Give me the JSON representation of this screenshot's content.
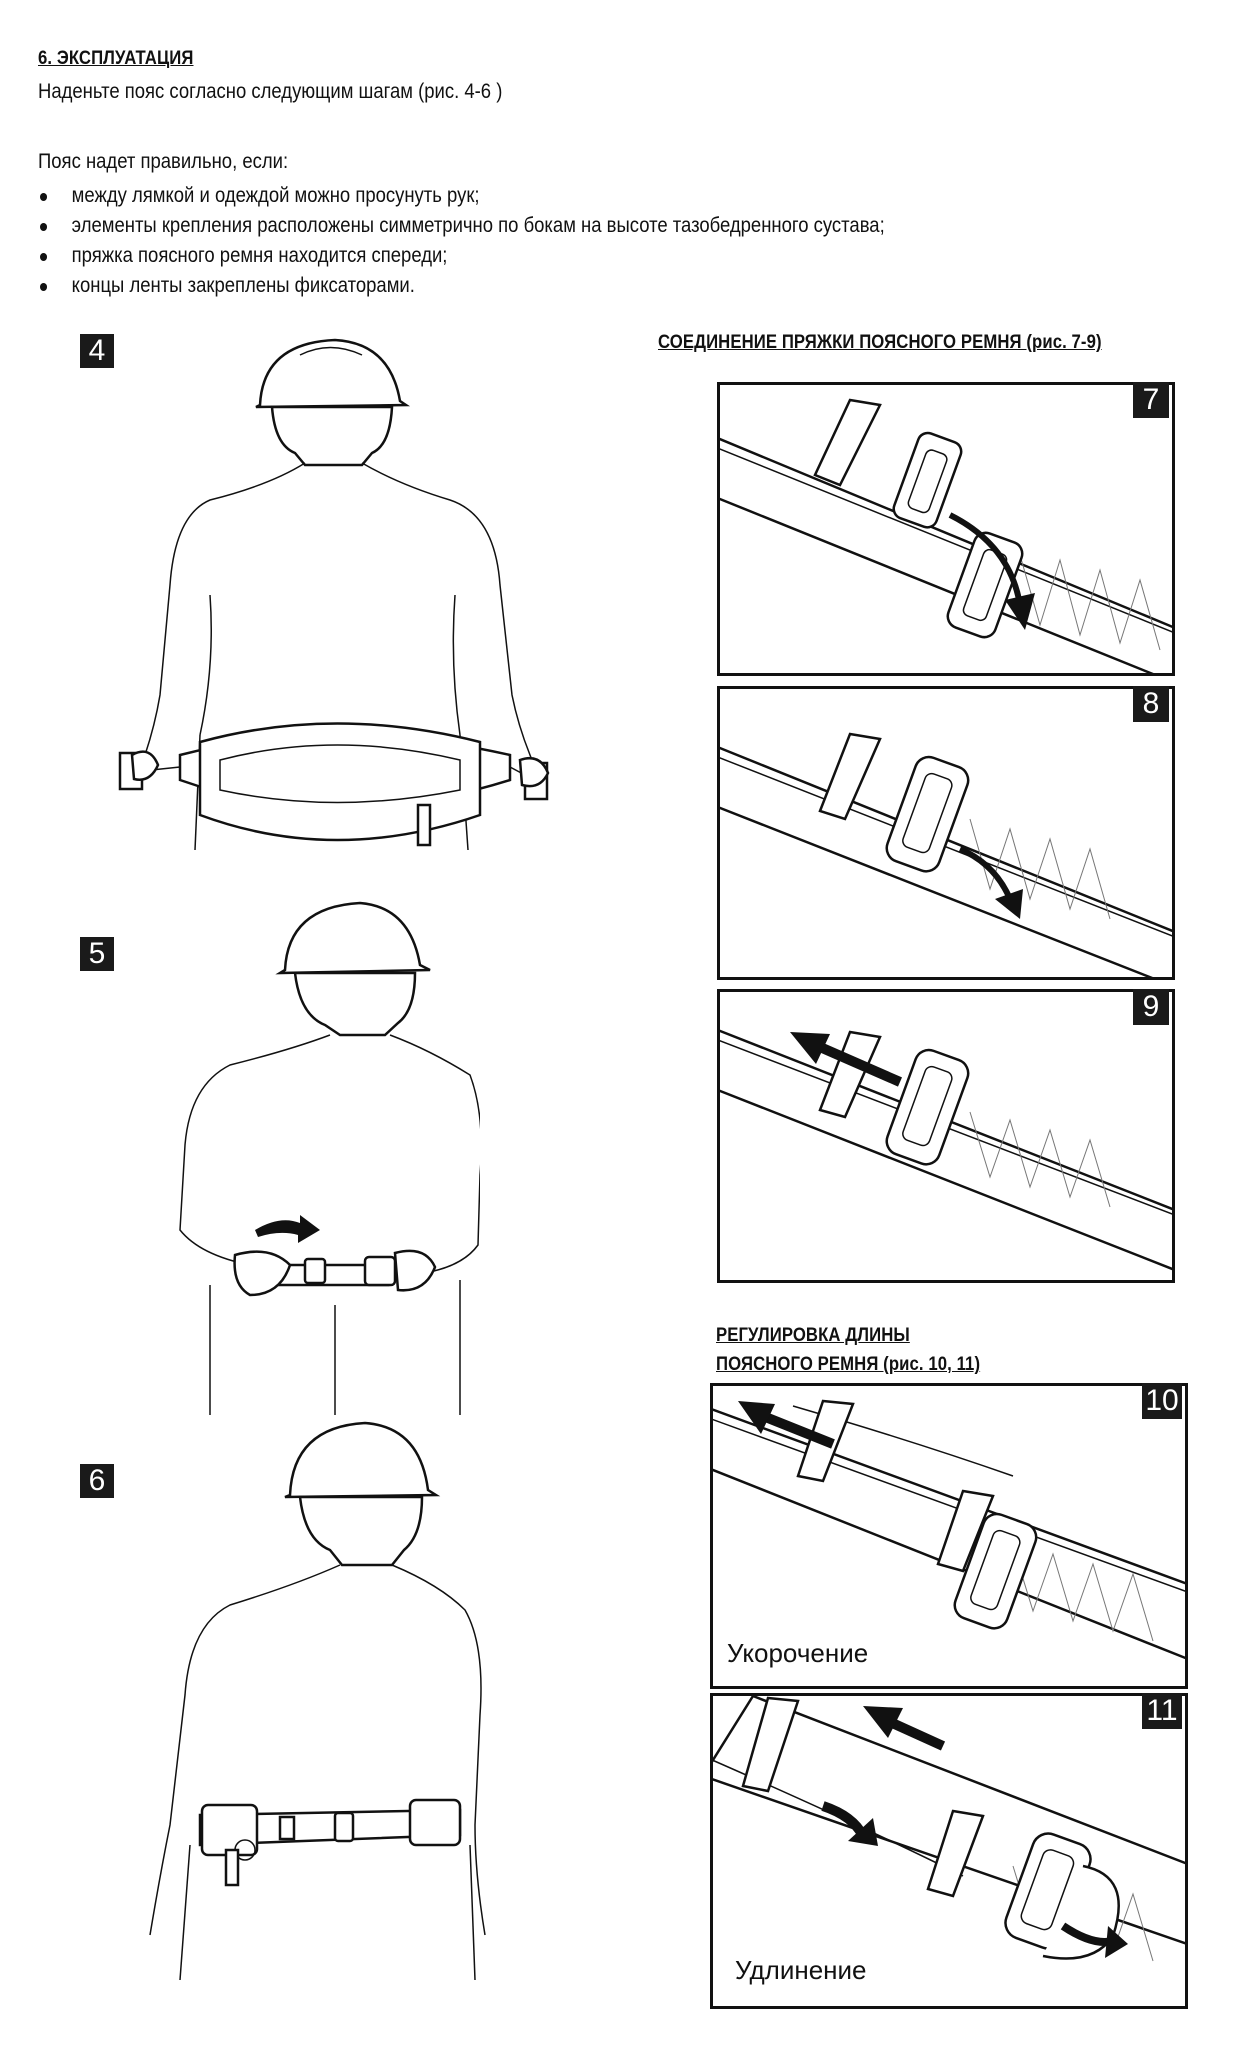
{
  "section": {
    "title": "6. ЭКСПЛУАТАЦИЯ",
    "intro": "Наденьте пояс согласно следующим шагам (рис. 4-6 )",
    "condition_lead": "Пояс надет  правильно, если:",
    "conditions": [
      "между лямкой и одеждой можно просунуть рук;",
      "элементы крепления расположены симметрично по бокам на высоте тазобедренного сустава;",
      "пряжка поясного ремня находится спереди;",
      "концы ленты закреплены фиксаторами."
    ]
  },
  "buckle": {
    "heading": "СОЕДИНЕНИЕ ПРЯЖКИ ПОЯСНОГО РЕМНЯ (рис. 7-9)"
  },
  "adjust": {
    "heading_line1": "РЕГУЛИРОВКА ДЛИНЫ ",
    "heading_line2": "ПОЯСНОГО РЕМНЯ (рис. 10, 11)"
  },
  "figures": {
    "fig4": "4",
    "fig5": "5",
    "fig6": "6",
    "fig7": "7",
    "fig8": "8",
    "fig9": "9",
    "fig10": "10",
    "fig11": "11"
  },
  "captions": {
    "shorten": "Укорочение",
    "lengthen": "Удлинение"
  },
  "colors": {
    "ink": "#111111",
    "badge_bg": "#1a1a1a",
    "badge_text": "#ffffff"
  }
}
